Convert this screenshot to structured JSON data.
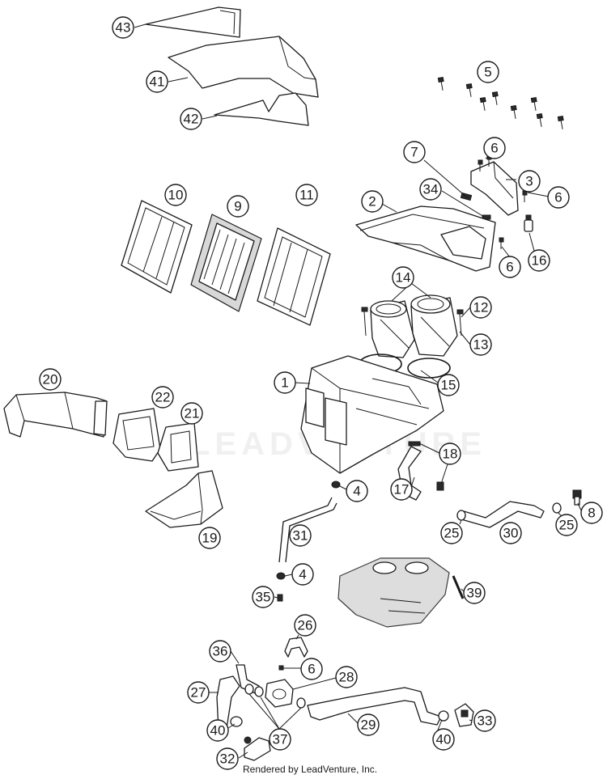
{
  "watermark_text": "LEADVENTURE",
  "credit_text": "Rendered by LeadVenture, Inc.",
  "callouts": [
    "43",
    "41",
    "42",
    "5",
    "6",
    "7",
    "3",
    "34",
    "2",
    "6",
    "16",
    "6",
    "10",
    "9",
    "11",
    "14",
    "12",
    "13",
    "15",
    "1",
    "20",
    "22",
    "21",
    "18",
    "19",
    "4",
    "17",
    "8",
    "25",
    "30",
    "25",
    "31",
    "4",
    "35",
    "39",
    "26",
    "36",
    "6",
    "28",
    "27",
    "29",
    "33",
    "40",
    "37",
    "40",
    "32"
  ]
}
